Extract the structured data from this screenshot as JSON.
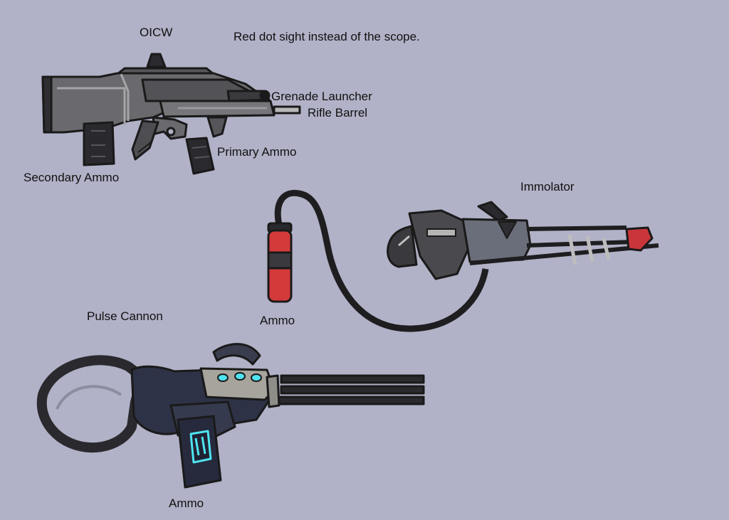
{
  "labels": {
    "oicw": "OICW",
    "note": "Red dot sight instead of the scope.",
    "grenade_launcher": "Grenade Launcher",
    "rifle_barrel": "Rifle Barrel",
    "primary_ammo": "Primary Ammo",
    "secondary_ammo": "Secondary Ammo",
    "immolator": "Immolator",
    "immolator_ammo": "Ammo",
    "pulse_cannon": "Pulse Cannon",
    "pulse_ammo": "Ammo"
  },
  "colors": {
    "background": "#b1b1c7",
    "outline": "#1a1a1a",
    "metal_dark": "#4a4a4e",
    "metal_mid": "#6e6e72",
    "metal_light": "#bdbdbd",
    "tank_red": "#d33a3a",
    "nozzle_red": "#c9353a",
    "pulse_body": "#2e3246",
    "pulse_panel": "#a6a49c",
    "energy_cyan": "#4fe3f0"
  }
}
